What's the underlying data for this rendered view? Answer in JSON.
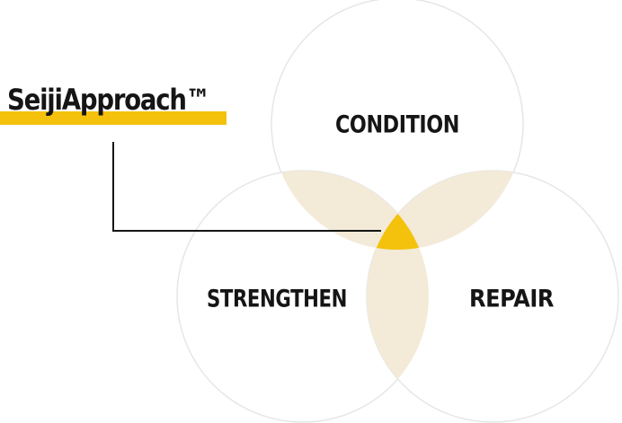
{
  "title": {
    "text": "SeijiApproach™"
  },
  "circles": {
    "top": "CONDITION",
    "left": "STRENGTHEN",
    "right": "REPAIR"
  },
  "colors": {
    "accent": "#f4c20d",
    "overlap": "#f3ead8",
    "circle_stroke": "#e6e6e6",
    "text": "#151515",
    "connector": "#151515"
  }
}
